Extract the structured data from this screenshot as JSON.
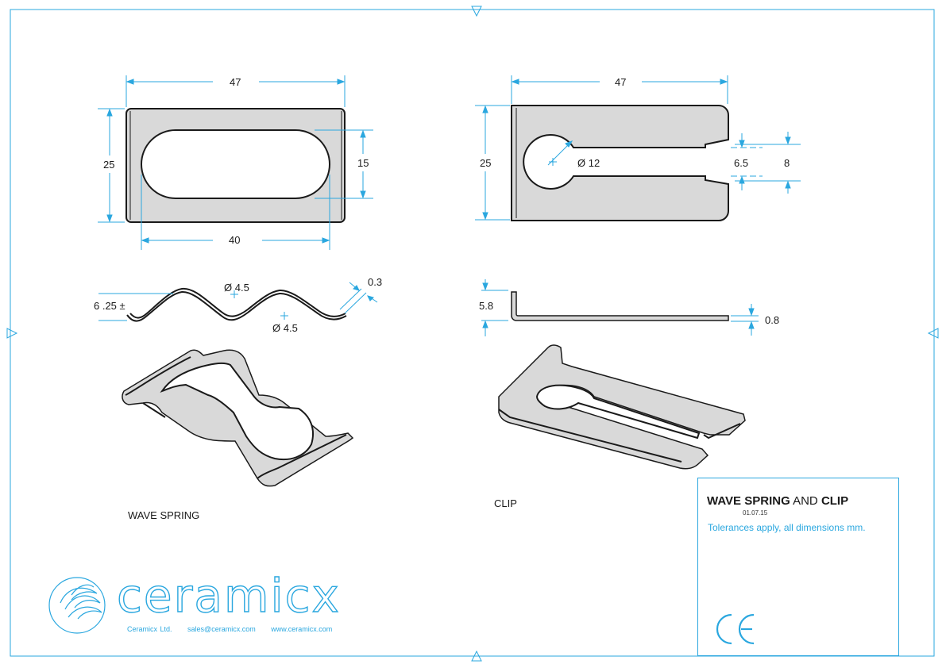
{
  "dims": {
    "spring_width": "47",
    "spring_height": "25",
    "slot_height": "15",
    "slot_length": "40",
    "clip_width": "47",
    "clip_height": "25",
    "hole_dia": "Ø 12",
    "slot_narrow": "6.5",
    "slot_wide": "8",
    "wave_dia_top": "Ø 4.5",
    "wave_dia_bottom": "Ø 4.5",
    "wave_thickness": "0.3",
    "wave_height": "6 .25 ±",
    "clip_side_height": "5.8",
    "clip_thickness": "0.8"
  },
  "labels": {
    "wave_spring": "WAVE SPRING",
    "clip": "CLIP"
  },
  "title_block": {
    "title_a": "WAVE SPRING",
    "title_and": " AND ",
    "title_b": "CLIP",
    "date": "01.07.15",
    "note": "Tolerances apply, all dimensions mm.",
    "mark": "CE"
  },
  "brand": {
    "name": "ceramicx",
    "company": "Ceramicx Ltd.",
    "email": "sales@ceramicx.com",
    "web": "www.ceramicx.com"
  },
  "colors": {
    "accent": "#2aa7df",
    "part_fill": "#d9d9d9",
    "line": "#1a1a1a"
  }
}
